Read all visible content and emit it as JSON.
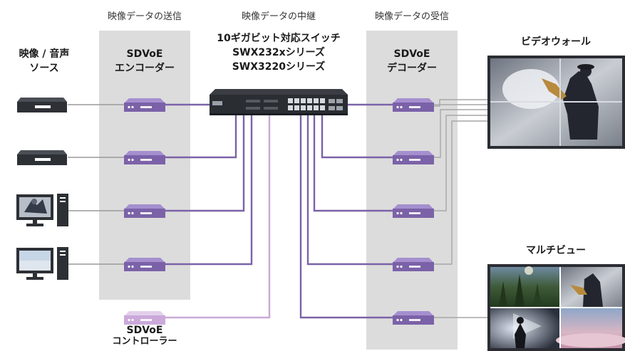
{
  "headers": {
    "send": "映像データの送信",
    "relay": "映像データの中継",
    "receive": "映像データの受信"
  },
  "source_label": [
    "映像 / 音声",
    "ソース"
  ],
  "encoder_label": [
    "SDVoE",
    "エンコーダー"
  ],
  "switch_label": [
    "10ギガビット対応スイッチ",
    "SWX232xシリーズ",
    "SWX3220シリーズ"
  ],
  "decoder_label": [
    "SDVoE",
    "デコーダー"
  ],
  "videowall_label": "ビデオウォール",
  "multiview_label": "マルチビュー",
  "controller_label": [
    "SDVoE",
    "コントローラー"
  ],
  "colors": {
    "purple": "#7b62a8",
    "light_purple": "#c9a9d8",
    "band": "#dcdcdc",
    "cable": "#9a9a9a",
    "device_dark": "#2d3035"
  }
}
